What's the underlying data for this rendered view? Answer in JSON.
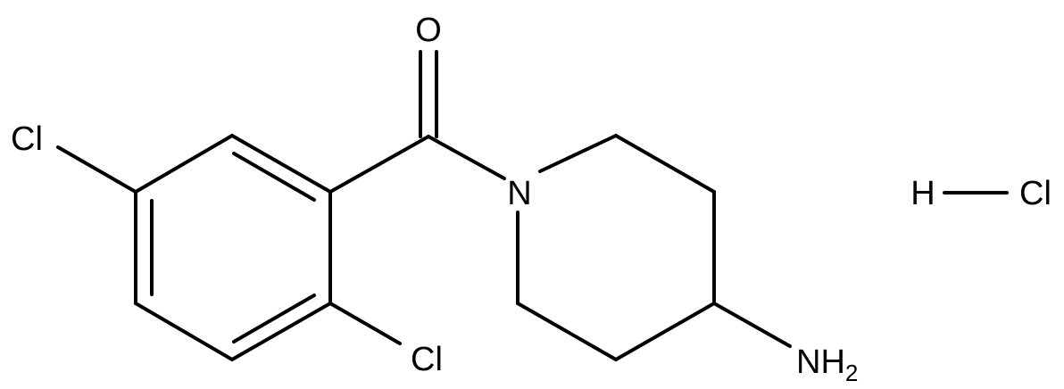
{
  "molecule": {
    "atoms": {
      "oxygen": "O",
      "chlorine_5": "Cl",
      "chlorine_2": "Cl",
      "nitrogen_ring": "N",
      "amine": "NH",
      "amine_subscript": "2",
      "hcl_h": "H",
      "hcl_cl": "Cl"
    },
    "colors": {
      "bond": "#000000",
      "background": "#ffffff"
    }
  }
}
